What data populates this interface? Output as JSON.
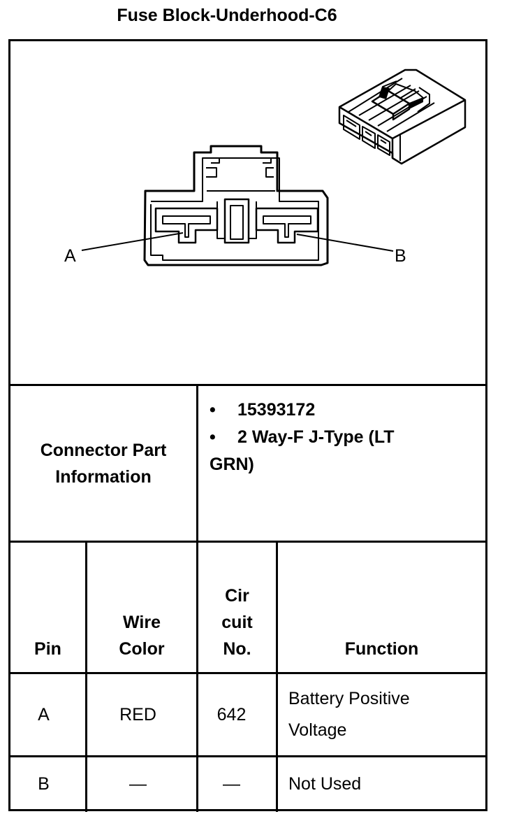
{
  "title": "Fuse Block-Underhood-C6",
  "diagram": {
    "label_a": "A",
    "label_b": "B"
  },
  "connector": {
    "label": "Connector Part Information",
    "part_number": "15393172",
    "description": "2 Way-F J-Type (LT GRN)",
    "bullet": "•"
  },
  "table": {
    "headers": [
      "Pin",
      "Wire Color",
      "Cir cuit No.",
      "Function"
    ],
    "rows": [
      [
        "A",
        "RED",
        "642",
        "Battery Positive Voltage"
      ],
      [
        "B",
        "—",
        "—",
        "Not Used"
      ]
    ]
  }
}
